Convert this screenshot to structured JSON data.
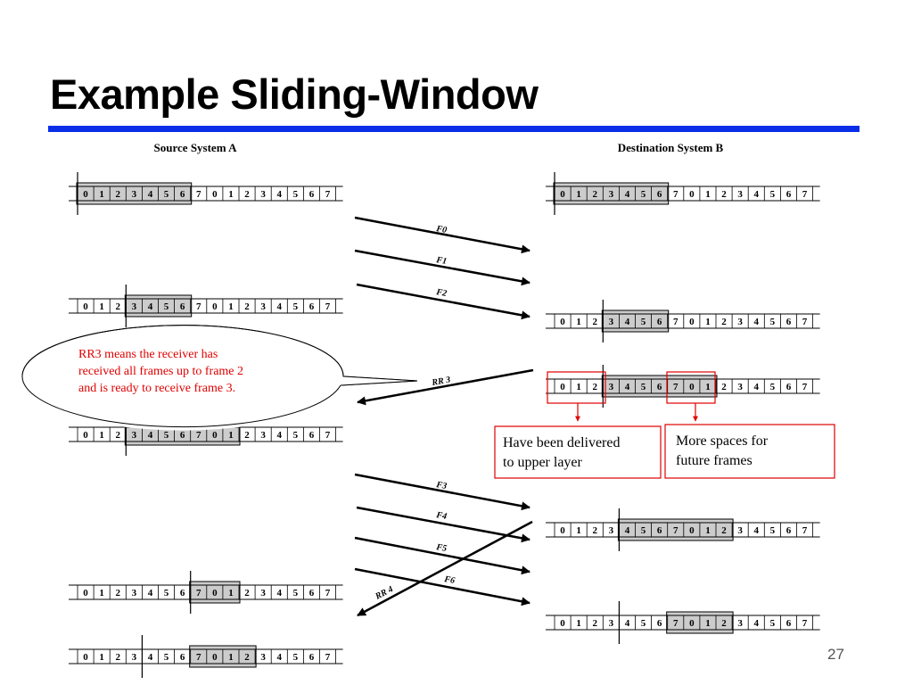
{
  "title": "Example Sliding-Window",
  "slide_number": "27",
  "headers": {
    "source": "Source System A",
    "destination": "Destination System B"
  },
  "sequence_numbers": [
    "0",
    "1",
    "2",
    "3",
    "4",
    "5",
    "6",
    "7",
    "0",
    "1",
    "2",
    "3",
    "4",
    "5",
    "6",
    "7"
  ],
  "frame_labels": [
    "F0",
    "F1",
    "F2",
    "RR 3",
    "F3",
    "F4",
    "F5",
    "F6",
    "RR 4"
  ],
  "callout": {
    "lines": [
      "RR3 means the receiver has",
      "received all frames up to frame 2",
      "and is ready to receive frame 3."
    ]
  },
  "annotations": {
    "delivered": [
      "Have been delivered",
      "to upper layer"
    ],
    "future": [
      "More spaces for",
      "future frames"
    ]
  },
  "colors": {
    "accent_rule": "#0a2ee8",
    "annotation_red": "#e00000",
    "window_gray": "#cccccc"
  }
}
